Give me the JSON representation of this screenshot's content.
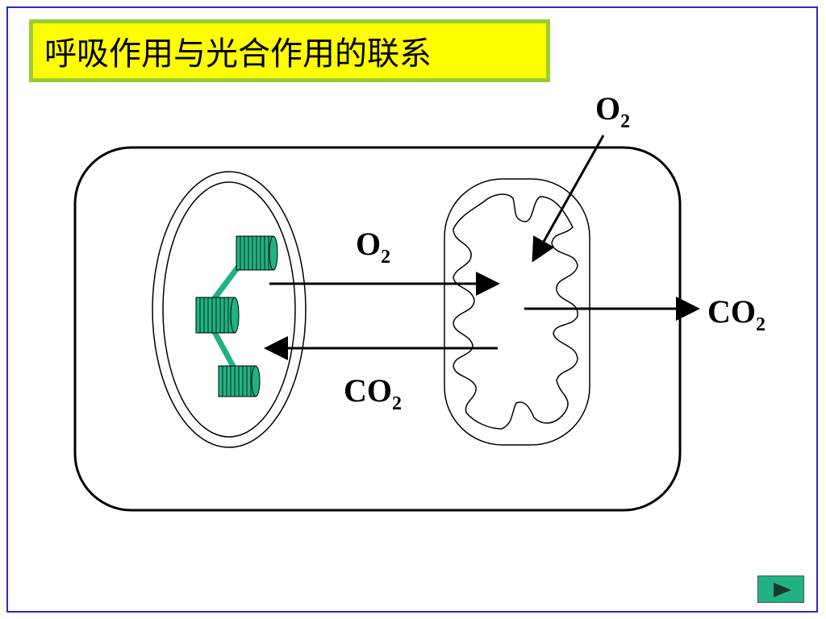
{
  "slide": {
    "title": "呼吸作用与光合作用的联系"
  },
  "labels": {
    "o2_outside": "O",
    "o2_outside_sub": "2",
    "o2_between": "O",
    "o2_between_sub": "2",
    "co2_between": "CO",
    "co2_between_sub": "2",
    "co2_outside": "CO",
    "co2_outside_sub": "2"
  },
  "nav": {
    "next_icon": "play-triangle-icon"
  },
  "colors": {
    "frame_border": "#2a2acc",
    "title_bg": "#ffff00",
    "title_border": "#9acd32",
    "grana_fill": "#20b285",
    "next_button_bg": "#20b285"
  }
}
